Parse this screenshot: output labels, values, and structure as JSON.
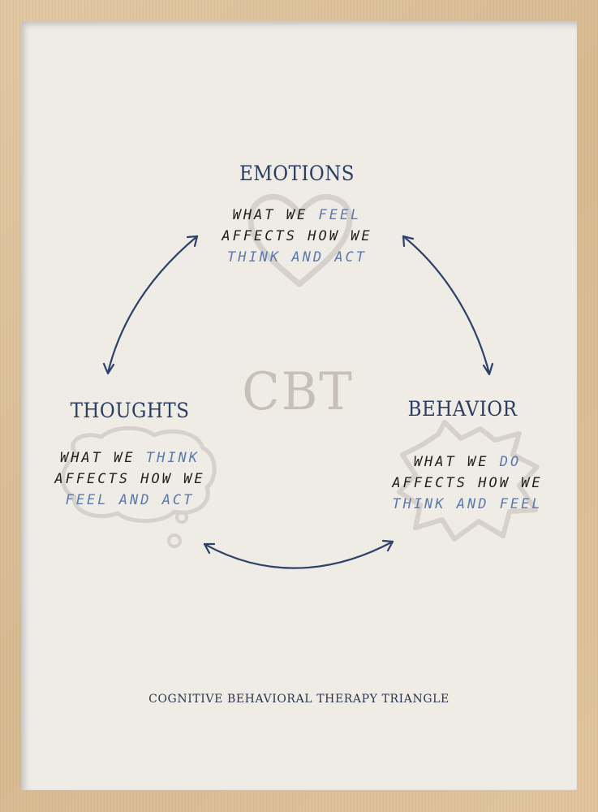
{
  "poster": {
    "title_center": "CBT",
    "footer": "COGNITIVE BEHAVIORAL THERAPY TRIANGLE",
    "colors": {
      "frame": "#dcc3a0",
      "paper": "#efebe5",
      "heading": "#2a3d62",
      "accent_blue": "#5a7ab0",
      "text_dark": "#1f1f1f",
      "shape_gray": "#d2cdc6",
      "cbt_gray": "#c7c0b6",
      "arrow": "#2d4269"
    }
  },
  "nodes": {
    "emotions": {
      "heading": "EMOTIONS",
      "shape_icon": "heart-icon",
      "line1_dark": "WHAT WE ",
      "line1_blue": "FEEL",
      "line2_dark": "AFFECTS HOW WE",
      "line3_blue": "THINK AND ACT"
    },
    "thoughts": {
      "heading": "THOUGHTS",
      "shape_icon": "thought-bubble-icon",
      "line1_dark": "WHAT WE ",
      "line1_blue": "THINK",
      "line2_dark": "AFFECTS HOW WE",
      "line3_blue": "FEEL AND ACT"
    },
    "behavior": {
      "heading": "BEHAVIOR",
      "shape_icon": "starburst-icon",
      "line1_dark": "WHAT WE ",
      "line1_blue": "DO",
      "line2_dark": "AFFECTS HOW WE",
      "line3_blue": "THINK AND FEEL"
    }
  },
  "arrows": [
    {
      "from": "thoughts",
      "to": "emotions",
      "type": "double-headed"
    },
    {
      "from": "emotions",
      "to": "behavior",
      "type": "double-headed"
    },
    {
      "from": "thoughts",
      "to": "behavior",
      "type": "double-headed"
    }
  ]
}
